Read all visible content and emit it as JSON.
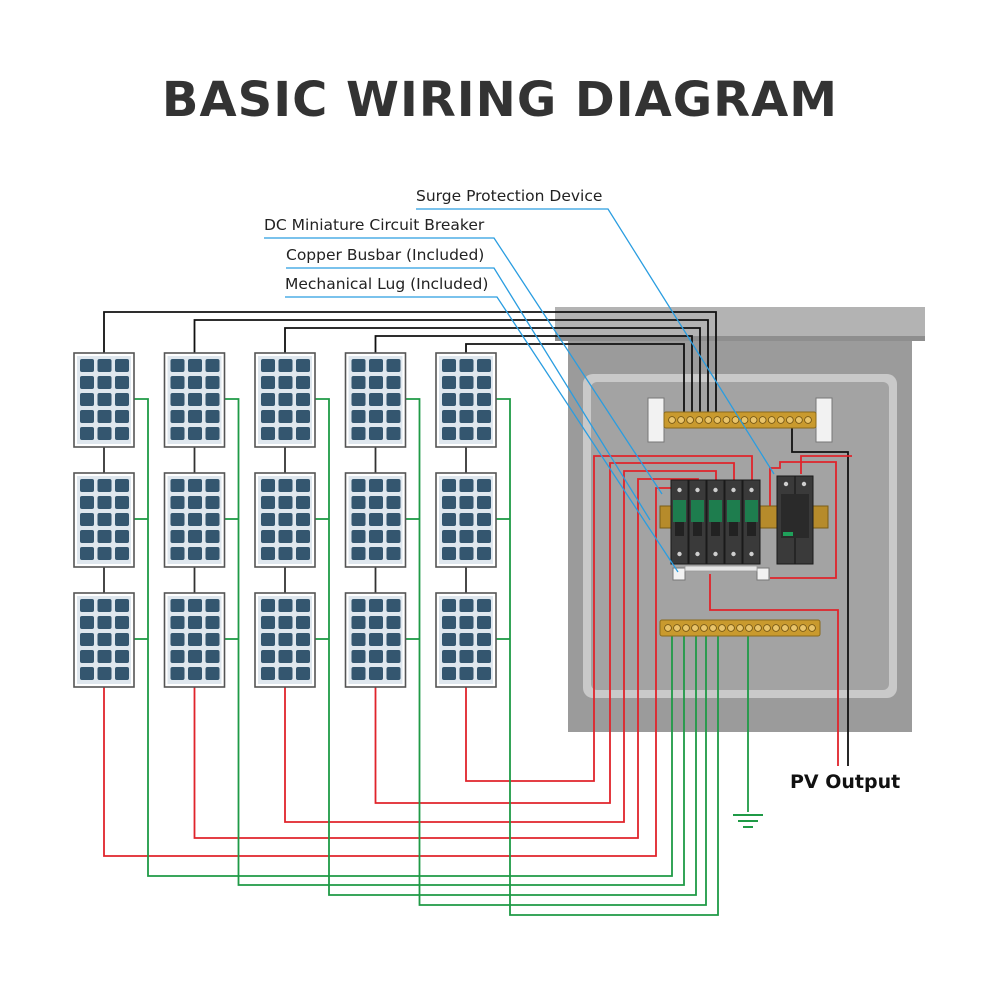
{
  "title": "BASIC WIRING DIAGRAM",
  "callouts": {
    "spd": "Surge Protection Device",
    "mcb": "DC Miniature Circuit Breaker",
    "busbar": "Copper Busbar (Included)",
    "lug": "Mechanical Lug (Included)"
  },
  "output_label": "PV Output",
  "components": {
    "strings": 5,
    "panels_per_string": 3,
    "breakers": 5,
    "panel_icon": "solar-panel-icon",
    "ground_icon": "ground-symbol-icon"
  },
  "colors": {
    "positive_wire": "#e0242b",
    "negative_wire": "#111111",
    "string_wire": "#1f9a46",
    "callout_line": "#2a9de0",
    "panel_cell": "#34566f",
    "enclosure": "#9a9a9a",
    "busbar": "#c99a2e",
    "title": "#333333"
  }
}
